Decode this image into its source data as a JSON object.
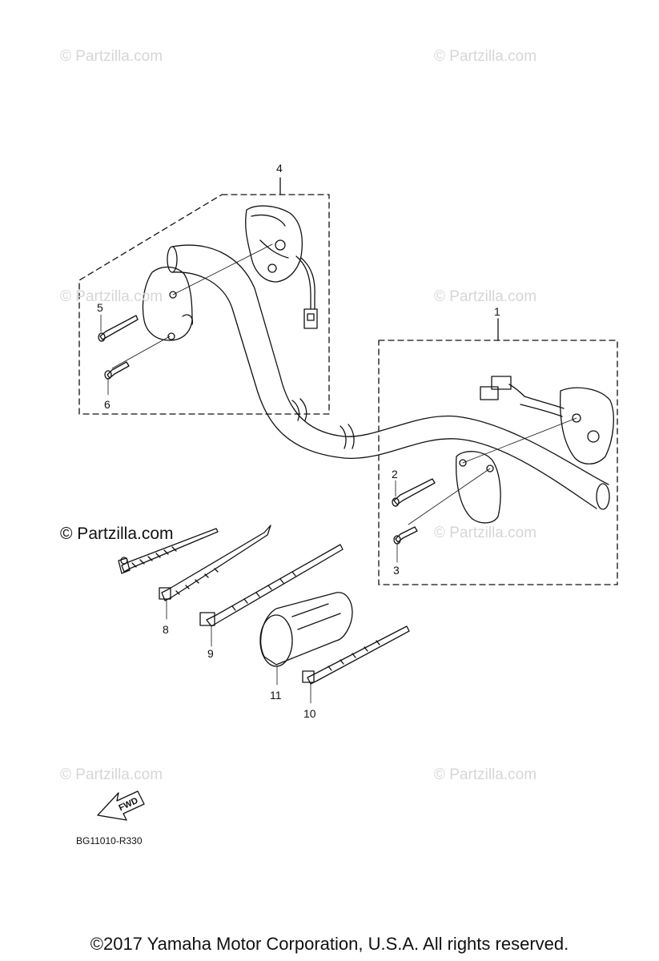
{
  "watermarks": {
    "w1": "© Partzilla.com",
    "w2": "© Partzilla.com",
    "w3": "© Partzilla.com",
    "w4": "© Partzilla.com",
    "w5": "© Partzilla.com",
    "w6": "© Partzilla.com",
    "w7": "© Partzilla.com",
    "w8": "© Partzilla.com"
  },
  "callouts": {
    "c1": "1",
    "c2": "2",
    "c3": "3",
    "c4": "4",
    "c5": "5",
    "c6": "6",
    "c8": "8",
    "c9": "9",
    "c10": "10",
    "c11": "11"
  },
  "fwd_label": "FWD",
  "diagram_code": "BG11010-R330",
  "copyright": "©2017 Yamaha Motor Corporation, U.S.A. All rights reserved."
}
